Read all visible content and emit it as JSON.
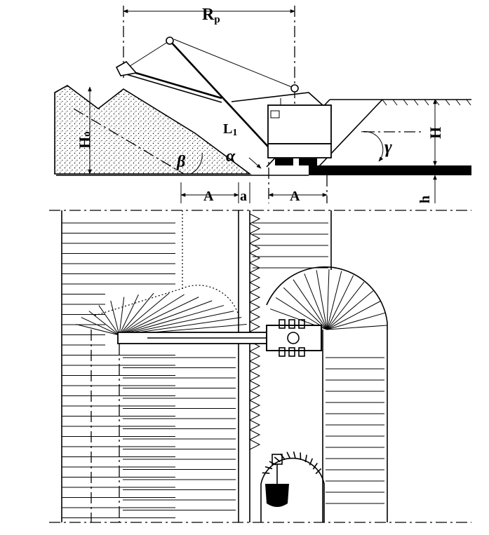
{
  "labels": {
    "rp": "R",
    "rp_sub": "p",
    "h0": "H",
    "h0_sub": "o",
    "l1": "L",
    "l1_sub": "1",
    "beta": "β",
    "alpha": "α",
    "gamma": "γ",
    "H": "H",
    "h": "h",
    "A_left": "A",
    "a": "a",
    "A_right": "A"
  },
  "plan": {
    "left_hatch_lines": 30,
    "mid_hatch_lines": 24,
    "right_hatch_lines": 26
  }
}
